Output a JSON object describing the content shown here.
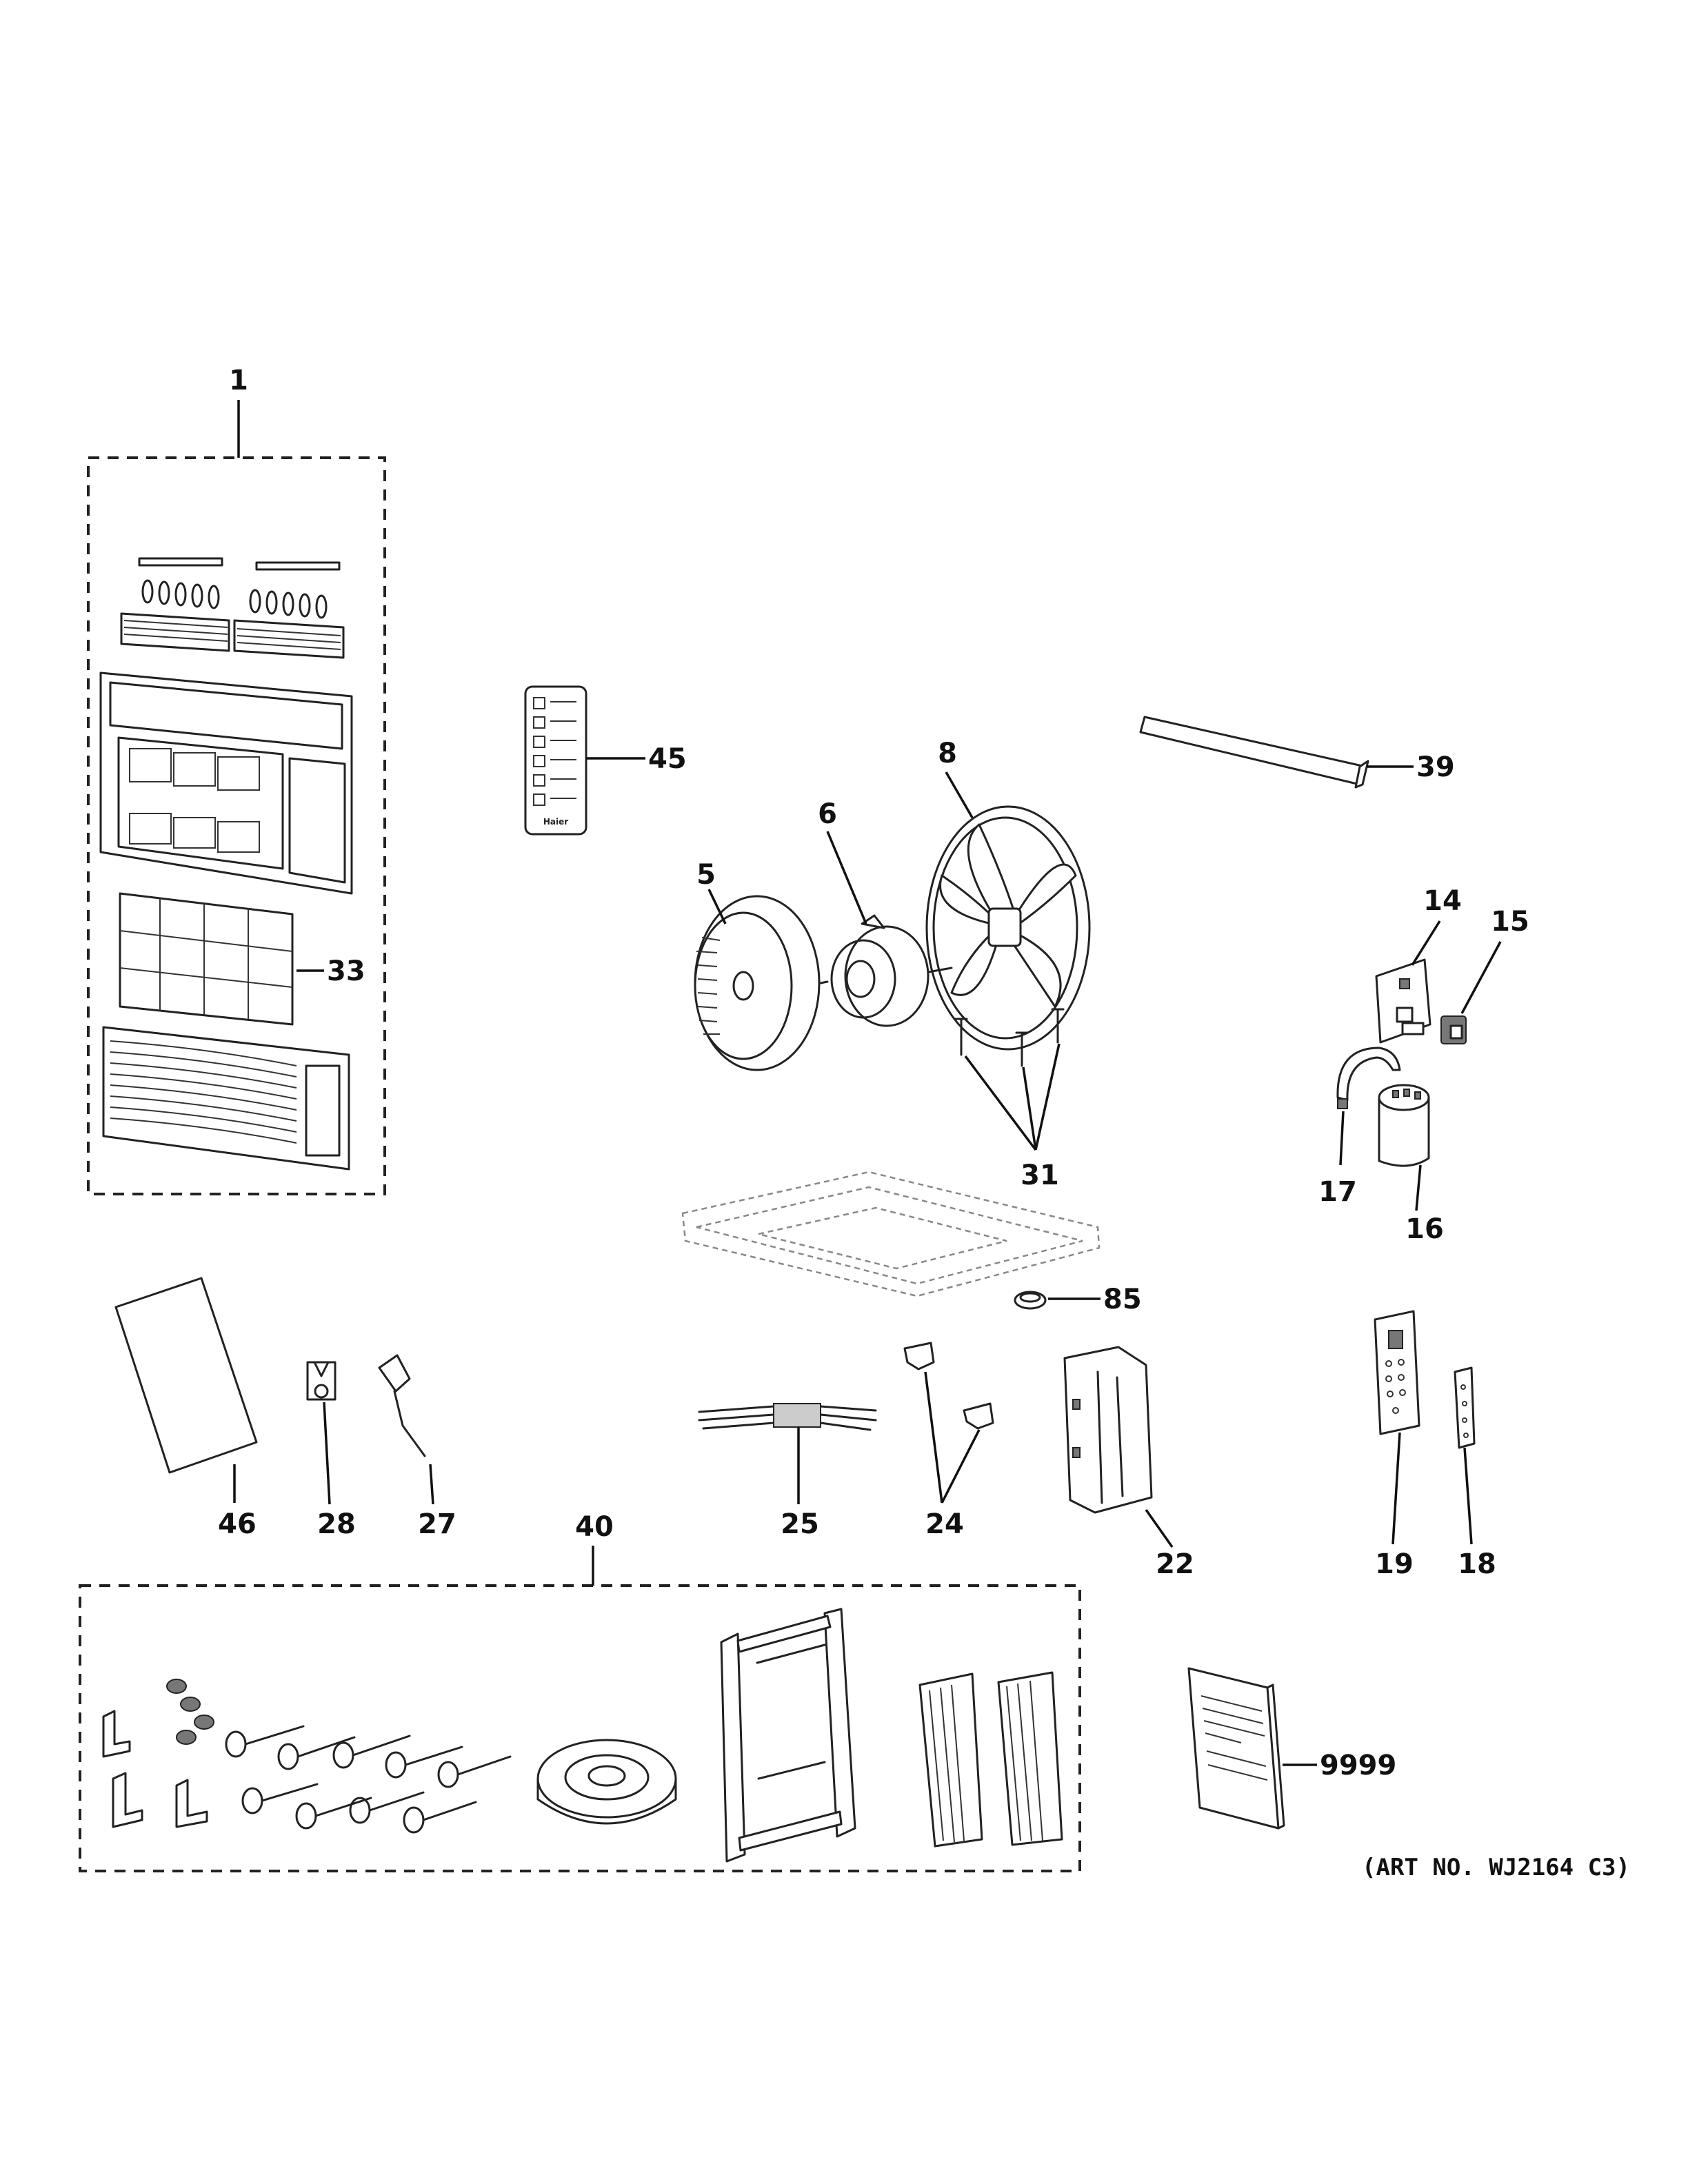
{
  "diagram": {
    "art_number": "(ART NO. WJ2164 C3)",
    "remote_brand": "Haier",
    "part_labels": {
      "p1": "1",
      "p33": "33",
      "p45": "45",
      "p8": "8",
      "p39": "39",
      "p6": "6",
      "p5": "5",
      "p14": "14",
      "p15": "15",
      "p31": "31",
      "p17": "17",
      "p16": "16",
      "p85": "85",
      "p46": "46",
      "p28": "28",
      "p27": "27",
      "p25": "25",
      "p24": "24",
      "p22": "22",
      "p19": "19",
      "p18": "18",
      "p40": "40",
      "p9999": "9999"
    }
  }
}
